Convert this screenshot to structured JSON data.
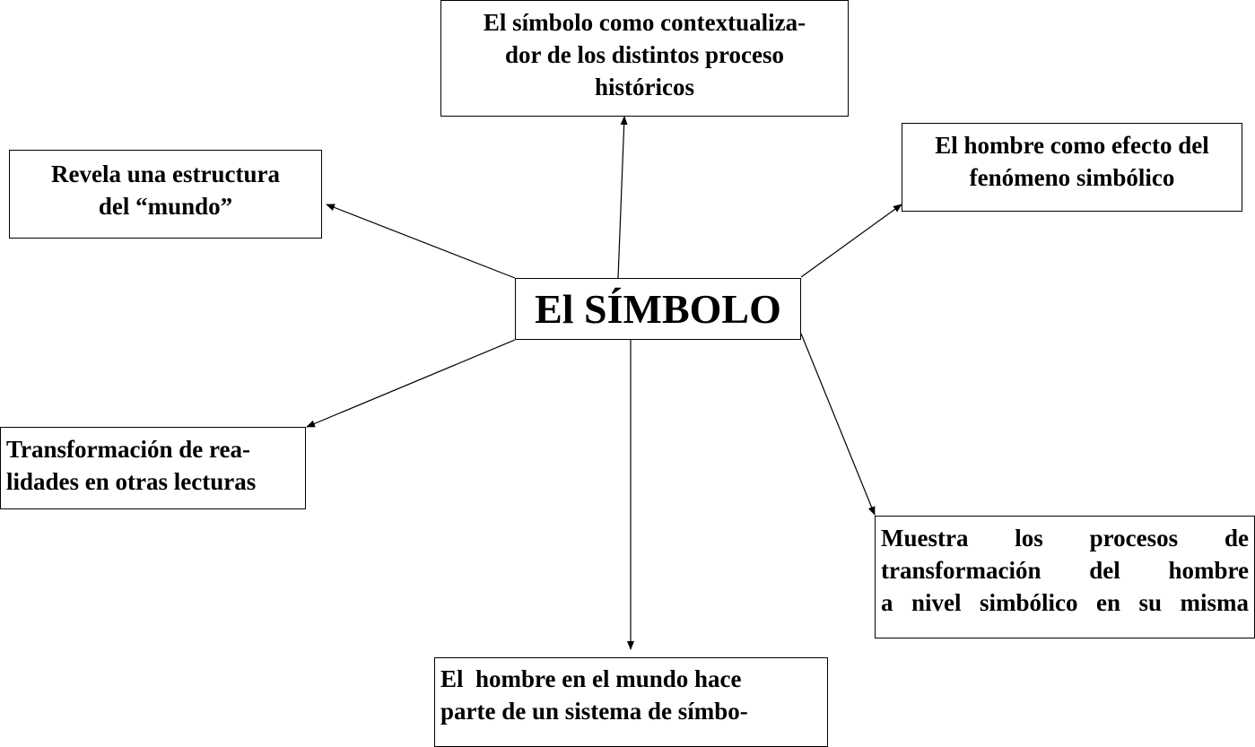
{
  "diagram": {
    "center": {
      "label": "El SÍMBOLO"
    },
    "nodes": {
      "top": {
        "lines": [
          "El símbolo como contextualiza-",
          "dor de los distintos proceso",
          "históricos"
        ]
      },
      "top_left": {
        "lines": [
          "Revela una estructura",
          "del “mundo”"
        ]
      },
      "top_right": {
        "lines": [
          "El hombre como efecto del",
          "fenómeno simbólico"
        ]
      },
      "left": {
        "lines": [
          "Transformación de rea-",
          "lidades en otras lecturas"
        ]
      },
      "right": {
        "lines": [
          "Muestra los procesos de",
          "transformación del hombre",
          "a nivel simbólico en su misma"
        ]
      },
      "bottom": {
        "lines": [
          "El  hombre en el mundo hace",
          "parte de un sistema de símbo-"
        ]
      }
    },
    "edges": [
      {
        "from": "center",
        "to": "top"
      },
      {
        "from": "center",
        "to": "top_left"
      },
      {
        "from": "center",
        "to": "top_right"
      },
      {
        "from": "center",
        "to": "left"
      },
      {
        "from": "center",
        "to": "right"
      },
      {
        "from": "center",
        "to": "bottom"
      }
    ],
    "colors": {
      "line": "#000000",
      "border": "#000000",
      "background": "#ffffff",
      "text": "#000000"
    }
  }
}
